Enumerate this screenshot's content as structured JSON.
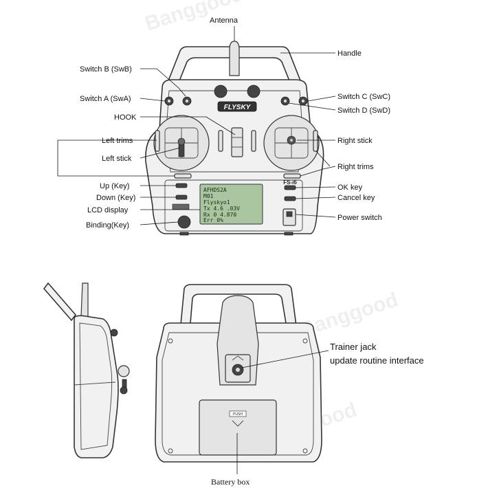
{
  "labels": {
    "antenna": "Antenna",
    "handle": "Handle",
    "switch_b": "Switch B (SwB)",
    "switch_a": "Switch A (SwA)",
    "switch_c": "Switch C (SwC)",
    "switch_d": "Switch D (SwD)",
    "hook": "HOOK",
    "left_trims": "Left trims",
    "left_stick": "Left stick",
    "right_stick": "Right stick",
    "right_trims": "Right trims",
    "up_key": "Up (Key)",
    "down_key": "Down (Key)",
    "lcd_display": "LCD display",
    "binding_key": "Binding(Key)",
    "ok_key": "OK key",
    "cancel_key": "Cancel key",
    "power_switch": "Power switch",
    "trainer_jack": "Trainer jack",
    "update_interface": "update routine interface",
    "battery_box": "Battery box"
  },
  "device": {
    "brand": "FLYSKY",
    "model": "FS-i6",
    "push_label": "PUSH",
    "lcd_lines": [
      "AFHDS2A",
      "M01",
      "Flyskyo1",
      "Tx 4.6 .03V",
      "Rx 0 4.870",
      "Err 0%"
    ]
  },
  "watermark": "Banggood"
}
